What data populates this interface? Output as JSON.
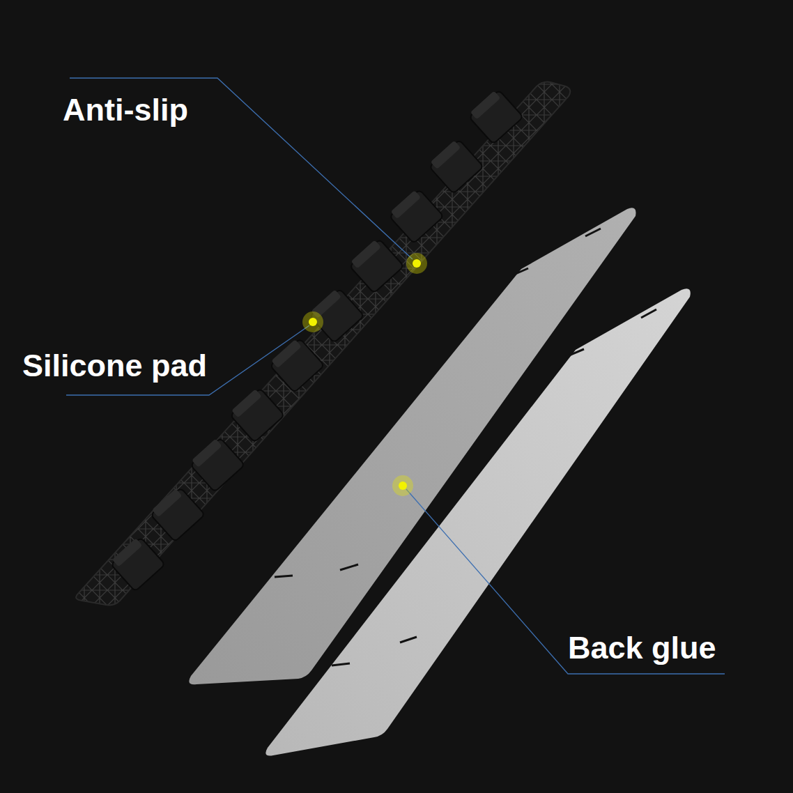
{
  "diagram": {
    "labels": [
      "Anti-slip",
      "Silicone pad",
      "Back glue"
    ]
  }
}
